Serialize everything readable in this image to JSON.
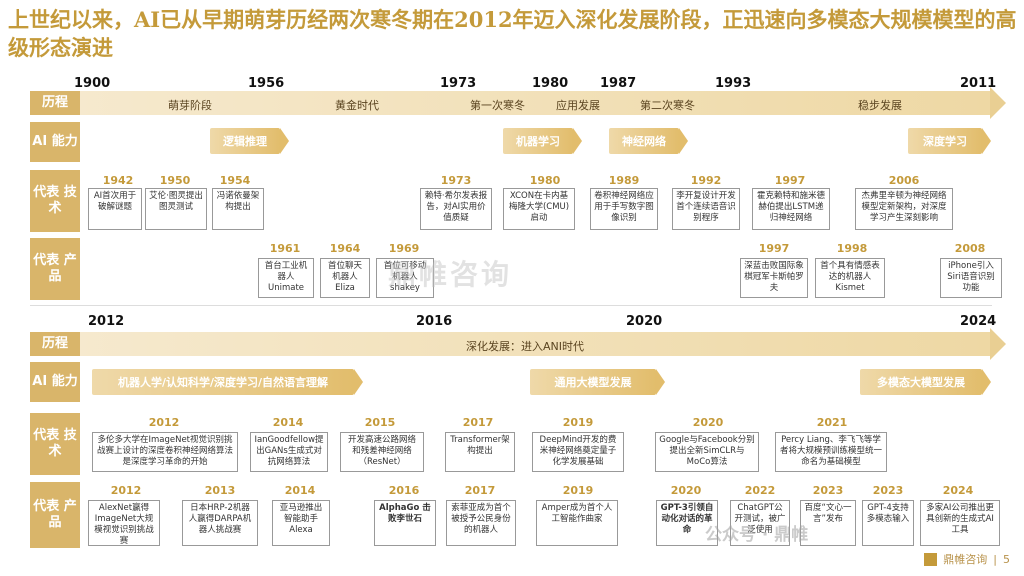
{
  "title": "上世纪以来，AI已从早期萌芽历经两次寒冬期在2012年迈入深化发展阶段，正迅速向多模态大规模模型的高级形态演进",
  "row_labels": {
    "history": "历程",
    "ai": "AI 能力",
    "tech": "代表 技术",
    "product": "代表 产品"
  },
  "top": {
    "years": [
      "1900",
      "1956",
      "1973",
      "1980",
      "1987",
      "1993",
      "2011"
    ],
    "eras": [
      "萌芽阶段",
      "黄金时代",
      "第一次寒冬",
      "应用发展",
      "第二次寒冬",
      "稳步发展"
    ],
    "capabilities": [
      "逻辑推理",
      "机器学习",
      "神经网络",
      "深度学习"
    ],
    "tech": [
      {
        "year": "1942",
        "text": "AI首次用于破解谜题"
      },
      {
        "year": "1950",
        "text": "艾伦·图灵提出图灵测试"
      },
      {
        "year": "1954",
        "text": "冯诺依曼架构提出"
      },
      {
        "year": "1973",
        "text": "赖特·希尔发表报告，对AI实用价值质疑"
      },
      {
        "year": "1980",
        "text": "XCON在卡内基梅隆大学(CMU)启动"
      },
      {
        "year": "1989",
        "text": "卷积神经网络应用于手写数字图像识别"
      },
      {
        "year": "1992",
        "text": "李开复设计开发首个连续语音识别程序"
      },
      {
        "year": "1997",
        "text": "霍克赖特和施米德赫伯提出LSTM递归神经网络"
      },
      {
        "year": "2006",
        "text": "杰弗里辛顿为神经网络模型定新架构，对深度学习产生深刻影响"
      }
    ],
    "products": [
      {
        "year": "1961",
        "text": "首台工业机器人 Unimate"
      },
      {
        "year": "1964",
        "text": "首位聊天机器人 Eliza"
      },
      {
        "year": "1969",
        "text": "首位可移动机器人 shakey"
      },
      {
        "year": "1997",
        "text": "深蓝击败国际象棋冠军卡斯帕罗夫"
      },
      {
        "year": "1998",
        "text": "首个具有情感表达的机器人 Kismet"
      },
      {
        "year": "2008",
        "text": "iPhone引入Siri语音识别功能"
      }
    ]
  },
  "bottom": {
    "years": [
      "2012",
      "2016",
      "2020",
      "2024"
    ],
    "era": "深化发展：进入ANI时代",
    "capabilities": [
      "机器人学/认知科学/深度学习/自然语言理解",
      "通用大模型发展",
      "多模态大模型发展"
    ],
    "tech": [
      {
        "year": "2012",
        "text": "多伦多大学在ImageNet视觉识别挑战赛上设计的深度卷积神经网络算法是深度学习革命的开始"
      },
      {
        "year": "2014",
        "text": "IanGoodfellow提出GANs生成式对抗网络算法"
      },
      {
        "year": "2015",
        "text": "开发高速公路网络和残差神经网络（ResNet）"
      },
      {
        "year": "2017",
        "text": "Transformer架构提出"
      },
      {
        "year": "2019",
        "text": "DeepMind开发的费米神经网络奠定量子化学发展基础"
      },
      {
        "year": "2020",
        "text": "Google与Facebook分别提出全新SimCLR与MoCo算法"
      },
      {
        "year": "2021",
        "text": "Percy Liang、李飞飞等学者将大规模预训练模型统一命名为基础模型"
      }
    ],
    "products": [
      {
        "year": "2012",
        "text": "AlexNet赢得ImageNet大规模视觉识别挑战赛"
      },
      {
        "year": "2013",
        "text": "日本HRP-2机器人赢得DARPA机器人挑战赛"
      },
      {
        "year": "2014",
        "text": "亚马逊推出智能助手Alexa"
      },
      {
        "year": "2016",
        "text": "AlphaGo 击败李世石"
      },
      {
        "year": "2017",
        "text": "索菲亚成为首个被授予公民身份的机器人"
      },
      {
        "year": "2019",
        "text": "Amper成为首个人工智能作曲家"
      },
      {
        "year": "2020",
        "text": "GPT-3引领自动化对话的革命"
      },
      {
        "year": "2022",
        "text": "ChatGPT公开测试，被广泛使用"
      },
      {
        "year": "2023",
        "text": "百度“文心一言”发布"
      },
      {
        "year": "2023",
        "text": "GPT-4支持多模态输入"
      },
      {
        "year": "2024",
        "text": "多家AI公司推出更具创新的生成式AI工具"
      }
    ]
  },
  "watermarks": {
    "center": "鼎帷咨询",
    "wechat": "公众号 · 鼎帷"
  },
  "footer": {
    "brand": "鼎帷咨询",
    "separator": "|",
    "page": "5"
  },
  "colors": {
    "accent": "#c49a3a",
    "label_bg": "#d9b56a",
    "band_light": "#f6ead0",
    "band_dark": "#eed8a4"
  }
}
